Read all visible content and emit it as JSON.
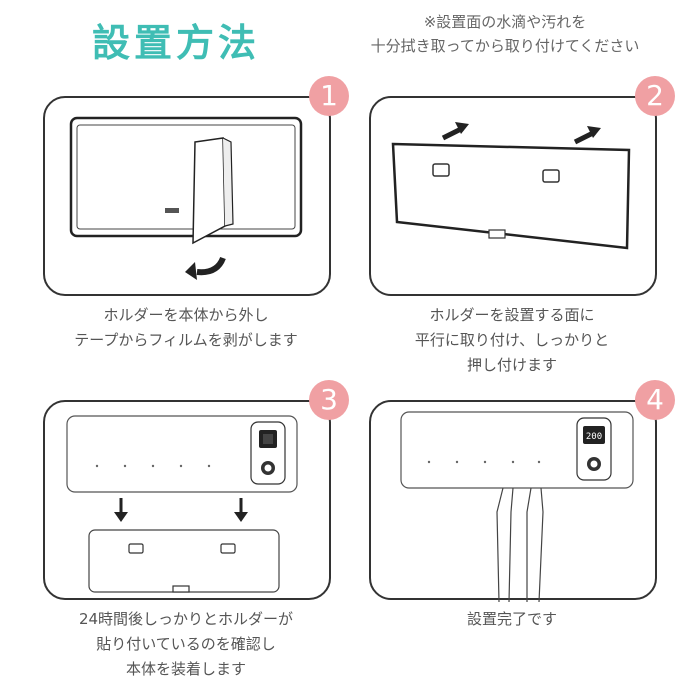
{
  "title": "設置方法",
  "note": "※設置面の水滴や汚れを\n十分拭き取ってから取り付けてください",
  "steps": [
    {
      "number": "1",
      "caption": "ホルダーを本体から外し\nテープからフィルムを剥がします"
    },
    {
      "number": "2",
      "caption": "ホルダーを設置する面に\n平行に取り付け、しっかりと\n押し付けます"
    },
    {
      "number": "3",
      "caption": "24時間後しっかりとホルダーが\n貼り付いているのを確認し\n本体を装着します"
    },
    {
      "number": "4",
      "caption": "設置完了です"
    }
  ],
  "display_reading": "200",
  "colors": {
    "accent": "#3fbdb4",
    "badge": "#f0a0a3"
  }
}
